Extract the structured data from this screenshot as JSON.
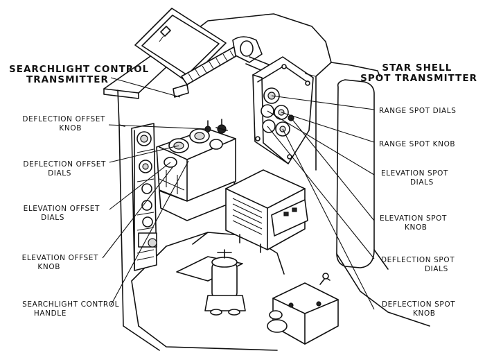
{
  "labels": {
    "searchlight_control_transmitter": [
      "SEARCHLIGHT CONTROL",
      "TRANSMITTER"
    ],
    "star_shell_spot_transmitter": [
      "STAR SHELL",
      "SPOT TRANSMITTER"
    ],
    "deflection_offset_knob": [
      "DEFLECTION OFFSET",
      "KNOB"
    ],
    "deflection_offset_dials": [
      "DEFLECTION OFFSET",
      "DIALS"
    ],
    "elevation_offset_dials": [
      "ELEVATION OFFSET",
      "DIALS"
    ],
    "elevation_offset_knob": [
      "ELEVATION OFFSET",
      "KNOB"
    ],
    "searchlight_control_handle": [
      "SEARCHLIGHT CONTROL",
      "HANDLE"
    ],
    "range_spot_dials": [
      "RANGE SPOT DIALS"
    ],
    "range_spot_knob": [
      "RANGE SPOT KNOB"
    ],
    "elevation_spot_dials": [
      "ELEVATION SPOT",
      "DIALS"
    ],
    "elevation_spot_knob": [
      "ELEVATION SPOT",
      "KNOB"
    ],
    "deflection_spot_dials": [
      "DEFLECTION SPOT",
      "DIALS"
    ],
    "deflection_spot_knob": [
      "DEFLECTION SPOT",
      "KNOB"
    ]
  }
}
